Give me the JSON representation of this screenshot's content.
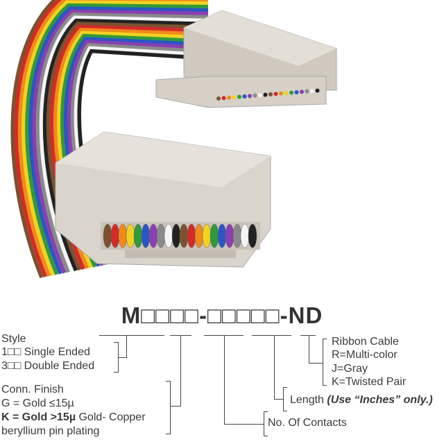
{
  "part_number": {
    "prefix": "M",
    "boxes_a": "□□□□",
    "dash": "-",
    "boxes_b": "□□□□□",
    "suffix": "-ND"
  },
  "style": {
    "title": "Style",
    "single": "1□□ Single Ended",
    "double": "3□□ Double Ended"
  },
  "finish": {
    "title": "Conn. Finish",
    "g": "G = Gold ≤15µ",
    "k_bold": "K = Gold >15µ",
    "k_rest": " Gold- Copper",
    "k_line2": "beryllium pin plating"
  },
  "contacts": {
    "label": "No. Of Contacts"
  },
  "length": {
    "label": "Length ",
    "note": "(Use “Inches” only.)"
  },
  "ribbon": {
    "title": "Ribbon Cable",
    "r": "R=Multi-color",
    "j": "J=Gray",
    "k": "K=Twisted Pair"
  },
  "colors": {
    "wires": [
      "#7a5230",
      "#d42a2a",
      "#f08a1c",
      "#f2d21f",
      "#2f9a3a",
      "#2a56c4",
      "#8a3fb0",
      "#8a8a8a",
      "#f4f4f4",
      "#222222"
    ],
    "connector": "#d9d4cc"
  }
}
